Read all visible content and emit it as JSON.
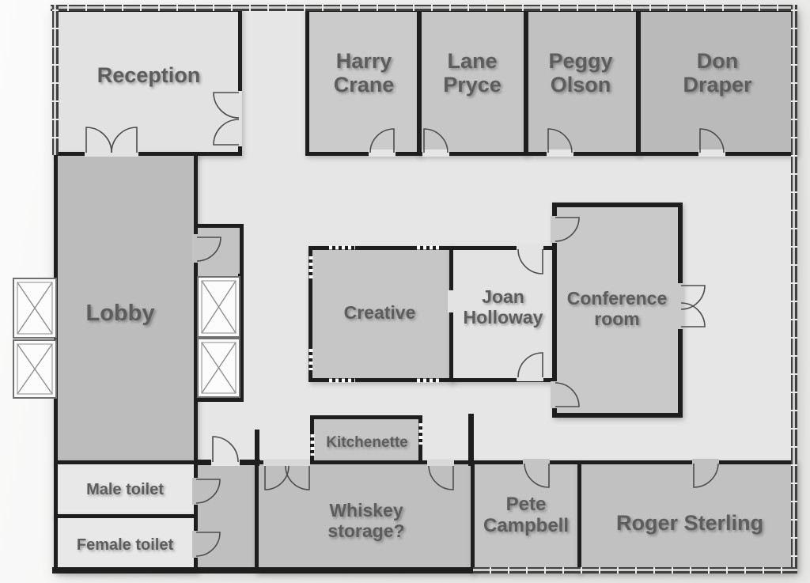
{
  "diagram": {
    "type": "office-floor-plan",
    "rooms": [
      {
        "id": "reception",
        "label": "Reception"
      },
      {
        "id": "harry-crane",
        "label": "Harry Crane"
      },
      {
        "id": "lane-pryce",
        "label": "Lane Pryce"
      },
      {
        "id": "peggy-olson",
        "label": "Peggy Olson"
      },
      {
        "id": "don-draper",
        "label": "Don Draper"
      },
      {
        "id": "lobby",
        "label": "Lobby"
      },
      {
        "id": "creative",
        "label": "Creative"
      },
      {
        "id": "joan-holloway",
        "label": "Joan Holloway"
      },
      {
        "id": "conference-room",
        "label": "Conference room"
      },
      {
        "id": "kitchenette",
        "label": "Kitchenette"
      },
      {
        "id": "male-toilet",
        "label": "Male toilet"
      },
      {
        "id": "female-toilet",
        "label": "Female toilet"
      },
      {
        "id": "whiskey-storage",
        "label": "Whiskey storage?"
      },
      {
        "id": "pete-campbell",
        "label": "Pete Campbell"
      },
      {
        "id": "roger-sterling",
        "label": "Roger Sterling"
      }
    ],
    "fixtures": {
      "elevators": {
        "count": 4,
        "symbol": "crossed-square"
      },
      "door_symbol": "quarter-arc-swing",
      "window_symbol": "white-dashed-opening"
    },
    "colors": {
      "wall": "#1e1e1e",
      "exterior_wall": "#3f3f3f",
      "corridor": "#e6e6e6",
      "light_room": "#e2e2e2",
      "medium_room": "#c5c5c5",
      "lobby_fill": "#bcbcbc",
      "label_text": "#5d5d5d",
      "background": "#f1f1f0"
    }
  }
}
